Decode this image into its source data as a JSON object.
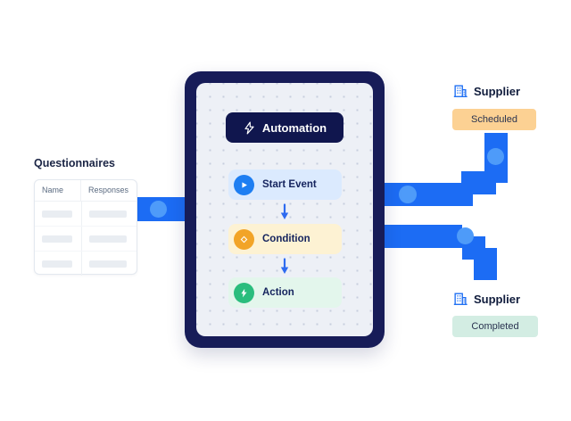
{
  "questionnaires": {
    "title": "Questionnaires",
    "table": {
      "headers": [
        "Name",
        "Responses"
      ],
      "placeholder_rows": 3
    }
  },
  "automation": {
    "badge_label": "Automation",
    "steps": [
      {
        "label": "Start Event",
        "icon": "play-icon"
      },
      {
        "label": "Condition",
        "icon": "condition-icon"
      },
      {
        "label": "Action",
        "icon": "lightning-icon"
      }
    ]
  },
  "suppliers": [
    {
      "label": "Supplier",
      "status": "Scheduled"
    },
    {
      "label": "Supplier",
      "status": "Completed"
    }
  ],
  "colors": {
    "pipe": "#1c6cf4",
    "pipe_dot": "#4e9bf9",
    "frame": "#171c58",
    "automation_badge_bg": "#10164e",
    "start_event_bg": "#dbeafe",
    "start_event_circle": "#1d7ef2",
    "condition_bg": "#fdf2d3",
    "condition_circle": "#f2a427",
    "action_bg": "#e3f6ec",
    "action_circle": "#2abd7d",
    "scheduled_bg": "#fcd193",
    "completed_bg": "#d3ede3"
  }
}
